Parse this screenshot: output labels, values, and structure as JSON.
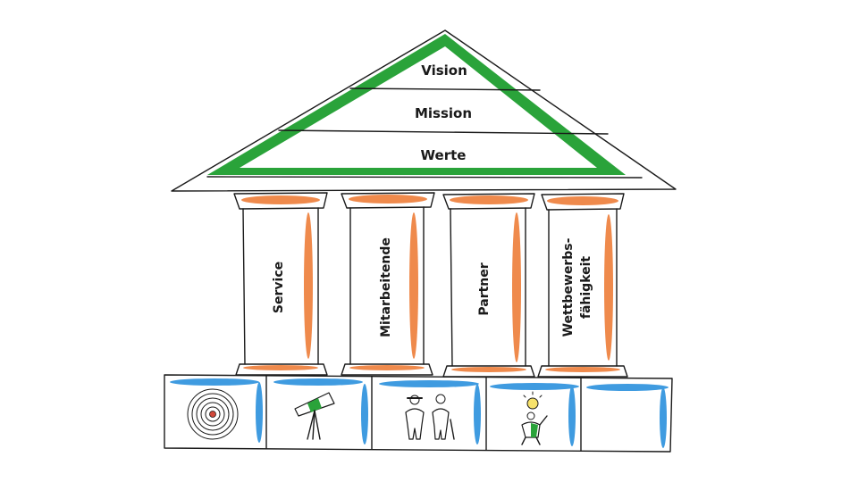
{
  "roof": {
    "levels": [
      "Vision",
      "Mission",
      "Werte"
    ]
  },
  "pillars": [
    {
      "label": "Service"
    },
    {
      "label": "Mitarbeitende"
    },
    {
      "label": "Partner"
    },
    {
      "label_line1": "Wettbewerbs-",
      "label_line2": "fähigkeit"
    }
  ],
  "foundation": {
    "tiles": [
      {
        "icon": "target-icon"
      },
      {
        "icon": "telescope-icon"
      },
      {
        "icon": "people-icon"
      },
      {
        "icon": "idea-person-icon"
      },
      {
        "icon": "empty"
      }
    ]
  },
  "colors": {
    "roof_accent": "#2aa33a",
    "pillar_accent": "#ef8a4c",
    "foundation_accent": "#3f9be0",
    "ink": "#1a1a1a"
  }
}
